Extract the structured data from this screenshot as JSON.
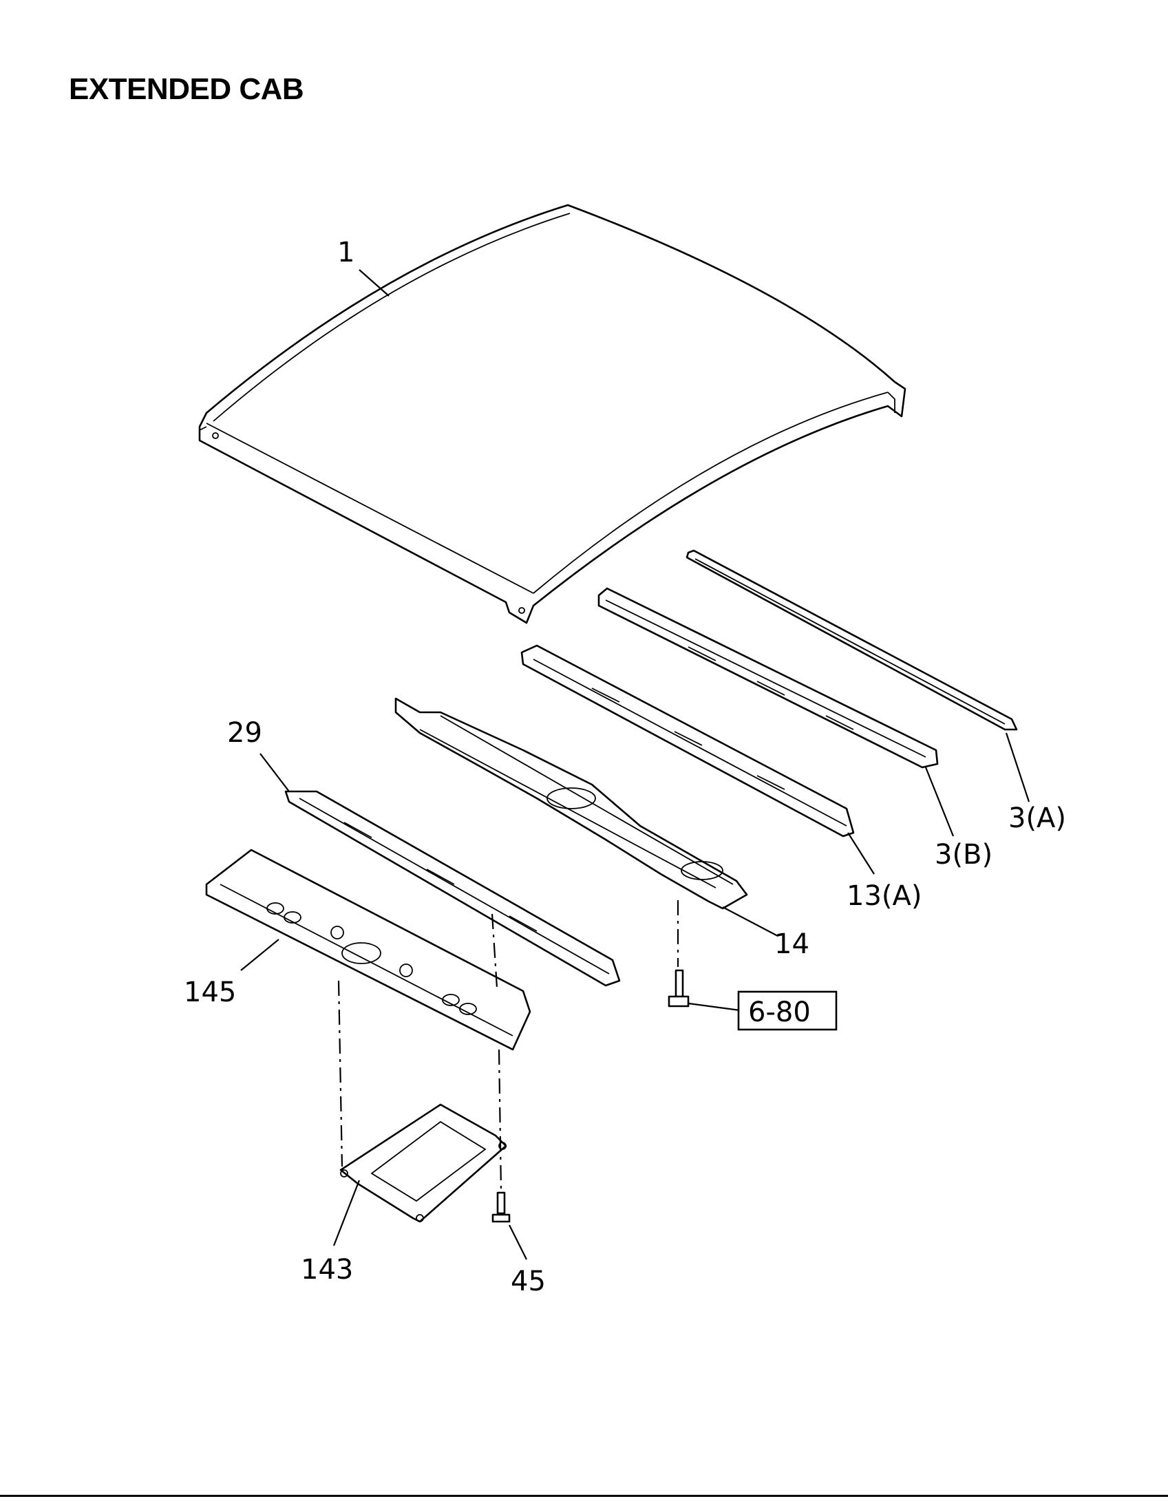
{
  "title": "EXTENDED CAB",
  "parts": [
    {
      "id": "1",
      "label": "1"
    },
    {
      "id": "3A",
      "label": "3(A)"
    },
    {
      "id": "3B",
      "label": "3(B)"
    },
    {
      "id": "13A",
      "label": "13(A)"
    },
    {
      "id": "14",
      "label": "14"
    },
    {
      "id": "29",
      "label": "29"
    },
    {
      "id": "145",
      "label": "145"
    },
    {
      "id": "143",
      "label": "143"
    },
    {
      "id": "45",
      "label": "45"
    }
  ],
  "reference": {
    "label": "6-80"
  }
}
